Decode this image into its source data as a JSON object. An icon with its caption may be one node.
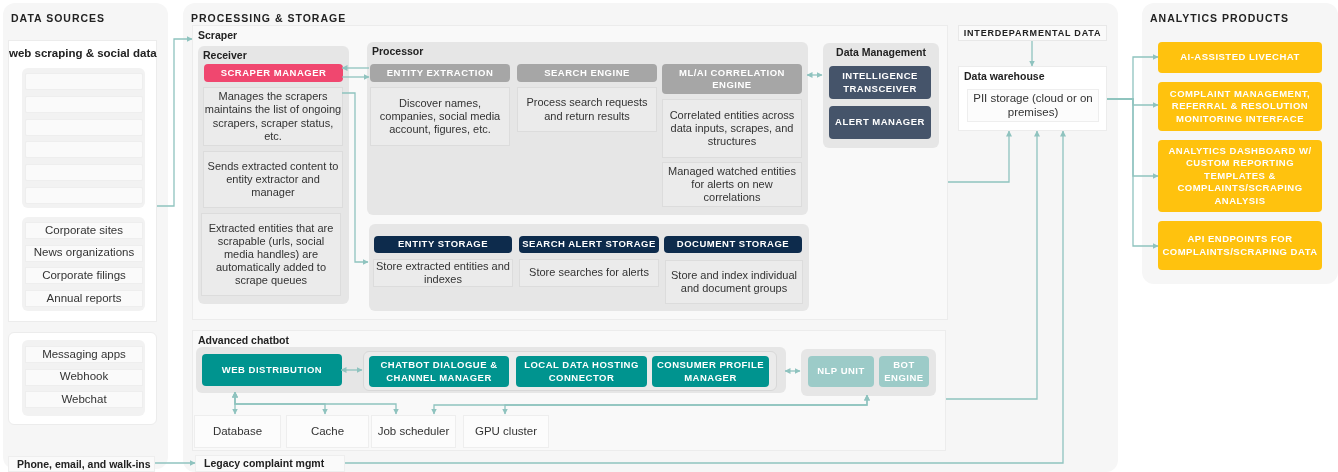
{
  "diagram": {
    "nodes": [
      {
        "text": [
          "DATA SOURCES"
        ]
      },
      {
        "text": [
          "web scraping & social data"
        ],
        "in": 0
      },
      {
        "text": [],
        "shape": "box",
        "in": 1
      },
      {
        "text": [],
        "shape": "box",
        "in": 2
      },
      {
        "text": [],
        "shape": "box",
        "in": 2
      },
      {
        "text": [],
        "shape": "box",
        "in": 2
      },
      {
        "text": [],
        "shape": "box",
        "in": 2
      },
      {
        "text": [],
        "shape": "box",
        "in": 2
      },
      {
        "text": [],
        "shape": "box",
        "in": 2
      },
      {
        "text": [],
        "shape": "box",
        "in": 1
      },
      {
        "text": [
          "Corporate sites"
        ],
        "in": 9
      },
      {
        "text": [
          "News organizations"
        ],
        "in": 9
      },
      {
        "text": [
          "Corporate filings"
        ],
        "in": 9
      },
      {
        "text": [
          "Annual reports"
        ],
        "in": 9
      },
      {
        "text": [],
        "shape": "box",
        "in": 0
      },
      {
        "text": [],
        "shape": "box",
        "in": 14
      },
      {
        "text": [
          "Messaging apps"
        ],
        "in": 15
      },
      {
        "text": [
          "Webhook"
        ],
        "in": 15
      },
      {
        "text": [
          "Webchat"
        ],
        "in": 15
      },
      {
        "text": [
          "Phone, email, and walk-ins"
        ]
      },
      {
        "text": [
          "PROCESSING & STORAGE"
        ]
      },
      {
        "text": [
          "Scraper"
        ],
        "in": 20
      },
      {
        "text": [
          "Receiver"
        ],
        "in": 21
      },
      {
        "text": [
          "SCRAPER MANAGER"
        ],
        "in": 22
      },
      {
        "text": [
          "Manages the scrapers maintains the list of ongoing scrapers, scraper status, etc."
        ],
        "in": 22
      },
      {
        "text": [
          "Sends extracted content to entity extractor and manager"
        ],
        "in": 22
      },
      {
        "text": [
          "Extracted entities that are scrapable (urls, social media handles) are automatically added to scrape queues"
        ],
        "in": 22
      },
      {
        "text": [
          "Processor"
        ],
        "in": 21
      },
      {
        "text": [
          "ENTITY EXTRACTION"
        ],
        "in": 27
      },
      {
        "text": [
          "Discover names, companies, social media account, figures, etc."
        ],
        "in": 27
      },
      {
        "text": [
          "SEARCH ENGINE"
        ],
        "in": 27
      },
      {
        "text": [
          "Process search requests and return results"
        ],
        "in": 27
      },
      {
        "text": [
          "ML/AI CORRELATION ENGINE"
        ],
        "in": 27
      },
      {
        "text": [
          "Correlated entities across data inputs, scrapes, and structures"
        ],
        "in": 27
      },
      {
        "text": [
          "Managed watched entities for alerts on new correlations"
        ],
        "in": 27
      },
      {
        "text": [],
        "shape": "box",
        "in": 21
      },
      {
        "text": [
          "ENTITY STORAGE"
        ],
        "in": 35
      },
      {
        "text": [
          "Store extracted entities and indexes"
        ],
        "in": 35
      },
      {
        "text": [
          "SEARCH ALERT STORAGE"
        ],
        "in": 35
      },
      {
        "text": [
          "Store searches for alerts"
        ],
        "in": 35
      },
      {
        "text": [
          "DOCUMENT STORAGE"
        ],
        "in": 35
      },
      {
        "text": [
          "Store and index individual and document groups"
        ],
        "in": 35
      },
      {
        "text": [
          "Data Management"
        ],
        "in": 21
      },
      {
        "text": [
          "INTELLIGENCE TRANSCEIVER"
        ],
        "in": 42
      },
      {
        "text": [
          "ALERT MANAGER"
        ],
        "in": 42
      },
      {
        "text": [
          "Advanced chatbot"
        ],
        "in": 20
      },
      {
        "text": [],
        "shape": "box",
        "in": 45
      },
      {
        "text": [
          "WEB DISTRIBUTION"
        ],
        "in": 46
      },
      {
        "text": [],
        "shape": "box",
        "in": 46
      },
      {
        "text": [
          "CHATBOT DIALOGUE & CHANNEL MANAGER"
        ],
        "in": 48
      },
      {
        "text": [
          "LOCAL DATA HOSTING CONNECTOR"
        ],
        "in": 48
      },
      {
        "text": [
          "CONSUMER PROFILE MANAGER"
        ],
        "in": 48
      },
      {
        "text": [],
        "shape": "box",
        "in": 45
      },
      {
        "text": [
          "NLP UNIT"
        ],
        "in": 52
      },
      {
        "text": [
          "BOT ENGINE"
        ],
        "in": 52
      },
      {
        "text": [
          "Database"
        ],
        "in": 45
      },
      {
        "text": [
          "Cache"
        ],
        "in": 45
      },
      {
        "text": [
          "Job scheduler"
        ],
        "in": 45
      },
      {
        "text": [
          "GPU cluster"
        ],
        "in": 45
      },
      {
        "text": [
          "Legacy complaint mgmt"
        ],
        "in": 20
      },
      {
        "text": [
          "INTERDEPARMENTAL DATA"
        ],
        "in": 20
      },
      {
        "text": [
          "Data warehouse"
        ],
        "in": 20
      },
      {
        "text": [
          "PII storage (cloud or on premises)"
        ],
        "in": 61
      },
      {
        "text": [
          "ANALYTICS PRODUCTS"
        ]
      },
      {
        "text": [
          "AI-ASSISTED LIVECHAT"
        ],
        "in": 63
      },
      {
        "text": [
          "COMPLAINT MANAGEMENT, REFERRAL & RESOLUTION MONITORING INTERFACE"
        ],
        "in": 63
      },
      {
        "text": [
          "ANALYTICS DASHBOARD W/ CUSTOM REPORTING TEMPLATES & COMPLAINTS/SCRAPING ANALYSIS"
        ],
        "in": 63
      },
      {
        "text": [
          "API ENDPOINTS FOR COMPLAINTS/SCRAPING DATA"
        ],
        "in": 63
      }
    ],
    "edges": [
      {
        "from": 1,
        "to": 21,
        "arrow": "to"
      },
      {
        "from": 28,
        "to": 23,
        "arrow": "to"
      },
      {
        "from": 23,
        "to": 28,
        "arrow": "to"
      },
      {
        "from": 24,
        "to": 35,
        "arrow": "to"
      },
      {
        "from": 27,
        "to": 42,
        "arrow": "both"
      },
      {
        "from": 19,
        "to": 59,
        "arrow": "to"
      },
      {
        "from": 60,
        "to": 61,
        "arrow": "to"
      },
      {
        "from": 61,
        "to": 64,
        "arrow": "to"
      },
      {
        "from": 61,
        "to": 65,
        "arrow": "to"
      },
      {
        "from": 61,
        "to": 66,
        "arrow": "to"
      },
      {
        "from": 61,
        "to": 67,
        "arrow": "to"
      },
      {
        "from": 21,
        "to": 61,
        "arrow": "to"
      },
      {
        "from": 45,
        "to": 61,
        "arrow": "to"
      },
      {
        "from": 59,
        "to": 61,
        "arrow": "to"
      },
      {
        "from": 47,
        "to": 48,
        "arrow": "both"
      },
      {
        "from": 46,
        "to": 52,
        "arrow": "both"
      },
      {
        "from": 46,
        "to": 55,
        "arrow": "both"
      },
      {
        "from": 46,
        "to": 56,
        "arrow": "both"
      },
      {
        "from": 46,
        "to": 57,
        "arrow": "both"
      },
      {
        "from": 52,
        "to": 57,
        "arrow": "both"
      },
      {
        "from": 52,
        "to": 58,
        "arrow": "both"
      }
    ]
  }
}
